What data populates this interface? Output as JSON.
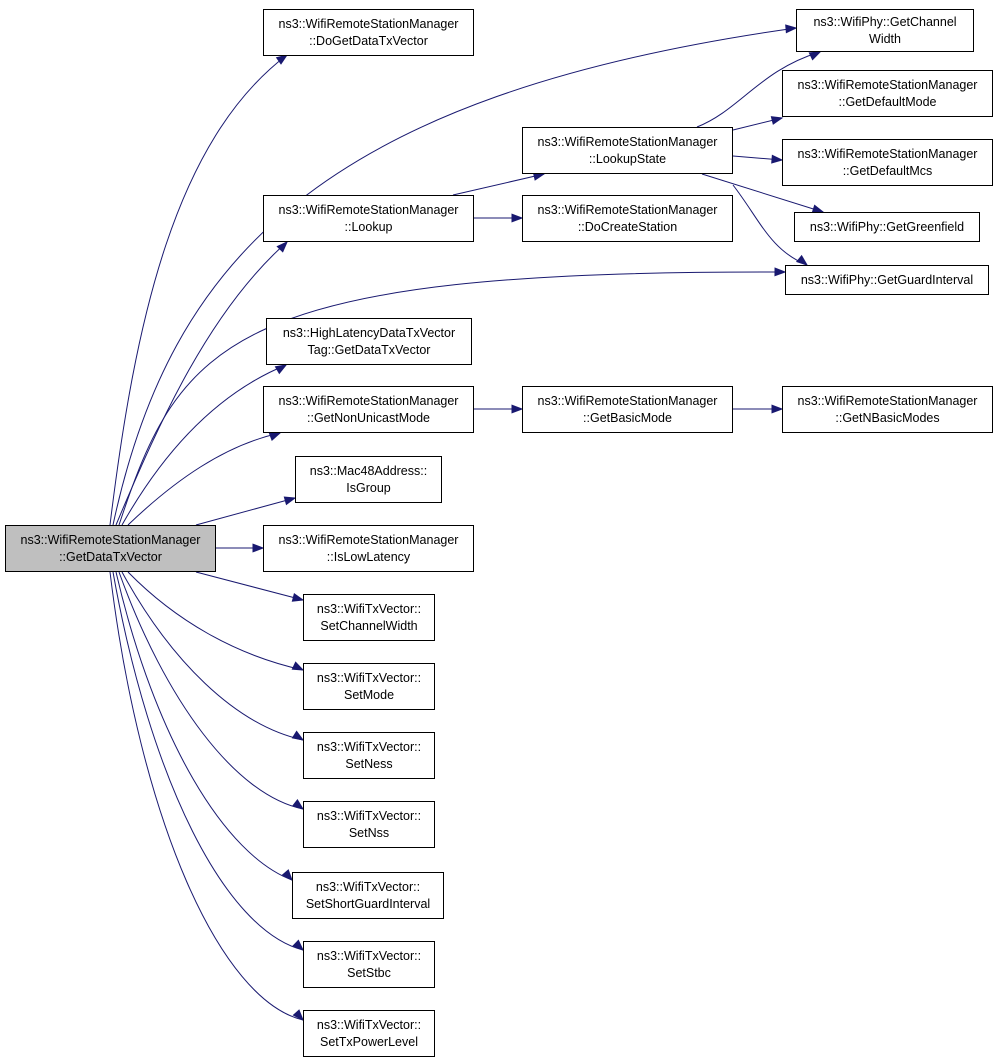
{
  "colors": {
    "edge": "#191970",
    "root_fill": "#bfbfbf",
    "node_fill": "#ffffff",
    "border": "#000000"
  },
  "nodes": [
    {
      "id": "root",
      "line1": "ns3::WifiRemoteStationManager",
      "line2": "::GetDataTxVector",
      "is_root": true
    },
    {
      "id": "dogetdatatxvector",
      "line1": "ns3::WifiRemoteStationManager",
      "line2": "::DoGetDataTxVector"
    },
    {
      "id": "getchannelwidth",
      "line1": "ns3::WifiPhy::GetChannel",
      "line2": "Width"
    },
    {
      "id": "lookupstate",
      "line1": "ns3::WifiRemoteStationManager",
      "line2": "::LookupState"
    },
    {
      "id": "getdefaultmode",
      "line1": "ns3::WifiRemoteStationManager",
      "line2": "::GetDefaultMode"
    },
    {
      "id": "getdefaultmcs",
      "line1": "ns3::WifiRemoteStationManager",
      "line2": "::GetDefaultMcs"
    },
    {
      "id": "lookup",
      "line1": "ns3::WifiRemoteStationManager",
      "line2": "::Lookup"
    },
    {
      "id": "docreatestation",
      "line1": "ns3::WifiRemoteStationManager",
      "line2": "::DoCreateStation"
    },
    {
      "id": "getgreenfield",
      "line1": "ns3::WifiPhy::GetGreenfield",
      "line2": ""
    },
    {
      "id": "getguardinterval",
      "line1": "ns3::WifiPhy::GetGuardInterval",
      "line2": ""
    },
    {
      "id": "highlatency",
      "line1": "ns3::HighLatencyDataTxVector",
      "line2": "Tag::GetDataTxVector"
    },
    {
      "id": "getnonunicastmode",
      "line1": "ns3::WifiRemoteStationManager",
      "line2": "::GetNonUnicastMode"
    },
    {
      "id": "getbasicmode",
      "line1": "ns3::WifiRemoteStationManager",
      "line2": "::GetBasicMode"
    },
    {
      "id": "getnbasicmodes",
      "line1": "ns3::WifiRemoteStationManager",
      "line2": "::GetNBasicModes"
    },
    {
      "id": "isgroup",
      "line1": "ns3::Mac48Address::",
      "line2": "IsGroup"
    },
    {
      "id": "islowlatency",
      "line1": "ns3::WifiRemoteStationManager",
      "line2": "::IsLowLatency"
    },
    {
      "id": "setchannelwidth",
      "line1": "ns3::WifiTxVector::",
      "line2": "SetChannelWidth"
    },
    {
      "id": "setmode",
      "line1": "ns3::WifiTxVector::",
      "line2": "SetMode"
    },
    {
      "id": "setness",
      "line1": "ns3::WifiTxVector::",
      "line2": "SetNess"
    },
    {
      "id": "setnss",
      "line1": "ns3::WifiTxVector::",
      "line2": "SetNss"
    },
    {
      "id": "setshortguardinterval",
      "line1": "ns3::WifiTxVector::",
      "line2": "SetShortGuardInterval"
    },
    {
      "id": "setstbc",
      "line1": "ns3::WifiTxVector::",
      "line2": "SetStbc"
    },
    {
      "id": "settxpowerlevel",
      "line1": "ns3::WifiTxVector::",
      "line2": "SetTxPowerLevel"
    }
  ],
  "edges": [
    {
      "from": "root",
      "to": "dogetdatatxvector"
    },
    {
      "from": "root",
      "to": "getchannelwidth"
    },
    {
      "from": "root",
      "to": "lookup"
    },
    {
      "from": "root",
      "to": "getguardinterval"
    },
    {
      "from": "root",
      "to": "highlatency"
    },
    {
      "from": "root",
      "to": "getnonunicastmode"
    },
    {
      "from": "root",
      "to": "isgroup"
    },
    {
      "from": "root",
      "to": "islowlatency"
    },
    {
      "from": "root",
      "to": "setchannelwidth"
    },
    {
      "from": "root",
      "to": "setmode"
    },
    {
      "from": "root",
      "to": "setness"
    },
    {
      "from": "root",
      "to": "setnss"
    },
    {
      "from": "root",
      "to": "setshortguardinterval"
    },
    {
      "from": "root",
      "to": "setstbc"
    },
    {
      "from": "root",
      "to": "settxpowerlevel"
    },
    {
      "from": "lookup",
      "to": "lookupstate"
    },
    {
      "from": "lookup",
      "to": "docreatestation"
    },
    {
      "from": "lookupstate",
      "to": "getchannelwidth"
    },
    {
      "from": "lookupstate",
      "to": "getdefaultmode"
    },
    {
      "from": "lookupstate",
      "to": "getdefaultmcs"
    },
    {
      "from": "lookupstate",
      "to": "getgreenfield"
    },
    {
      "from": "lookupstate",
      "to": "getguardinterval"
    },
    {
      "from": "getnonunicastmode",
      "to": "getbasicmode"
    },
    {
      "from": "getbasicmode",
      "to": "getnbasicmodes"
    }
  ]
}
